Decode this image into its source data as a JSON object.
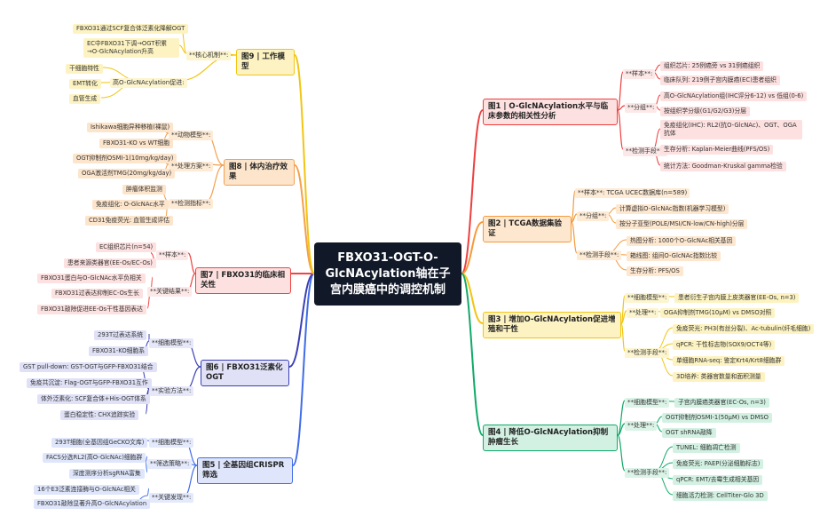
{
  "center": {
    "label": "FBXO31-OGT-O-GlcNAcylation轴在子宫内膜癌中的调控机制"
  },
  "colors": {
    "red": "#ef3e3e",
    "orange": "#f59a3a",
    "yellow": "#f2c511",
    "green": "#10a968",
    "blue": "#3f6ce8",
    "indigo": "#3a3fb5",
    "crimson": "#ef4444",
    "amber": "#f3a04f"
  },
  "branches": {
    "fig1": {
      "label": "图1 | O-GlcNAcylation水平与临床参数的相关性分析",
      "cats": [
        "**样本**:",
        "**分组**:",
        "**检测手段**:"
      ],
      "leaves": [
        "组织芯片: 25例癌旁 vs 31例癌组织",
        "临床队列: 219例子宫内膜癌(EC)患者组织",
        "高O-GlcNAcylation组(IHC评分6-12) vs 低组(0-6)",
        "按组织学分级(G1/G2/G3)分层",
        "免疫组化(IHC): RL2(抗O-GlcNAc)、OGT、OGA抗体",
        "生存分析: Kaplan-Meier曲线(PFS/OS)",
        "统计方法: Goodman-Kruskal gamma检验"
      ]
    },
    "fig2": {
      "label": "图2 | TCGA数据集验证",
      "cats": [
        "**样本**: TCGA UCEC数据库(n=589)",
        "**分组**:",
        "**检测手段**:"
      ],
      "leaves": [
        "计算虚拟O-GlcNAc指数(机器学习模型)",
        "按分子亚型(POLE/MSI/CN-low/CN-high)分层",
        "热图分析: 1000个O-GlcNAc相关基因",
        "箱线图: 组间O-GlcNAc指数比较",
        "生存分析: PFS/OS"
      ]
    },
    "fig3": {
      "label": "图3 | 增加O-GlcNAcylation促进增殖和干性",
      "cats": [
        "**细胞模型**:",
        "**处理**:",
        "**检测手段**:"
      ],
      "leaves": [
        "患者衍生子宫内膜上皮类器官(EE-Os, n=3)",
        "OGA抑制剂TMG(10μM) vs DMSO对照",
        "免疫荧光: PH3(有丝分裂)、Ac-tubulin(纤毛细胞)",
        "qPCR: 干性标志物(SOX9/OCT4等)",
        "单细胞RNA-seq: 鉴定Krt4/Krt8细胞群",
        "3D培养: 类器官数量和面积测量"
      ]
    },
    "fig4": {
      "label": "图4 | 降低O-GlcNAcylation抑制肿瘤生长",
      "cats": [
        "**细胞模型**:",
        "**处理**:",
        "**检测手段**:"
      ],
      "leaves": [
        "子宫内膜癌类器官(EC-Os, n=3)",
        "OGT抑制剂OSMI-1(50μM) vs DMSO",
        "OGT shRNA敲降",
        "TUNEL: 细胞凋亡检测",
        "免疫荧光: PAEP(分泌细胞标志)",
        "qPCR: EMT/去霉生成相关基因",
        "细胞活力检测: CellTiter-Glo 3D"
      ]
    },
    "fig5": {
      "label": "图5 | 全基因组CRISPR筛选",
      "cats": [
        "**细胞模型**:",
        "**筛选策略**:",
        "**关键发现**:"
      ],
      "leaves": [
        "293T细胞(全基因组GeCKO文库)",
        "FACS分选RL2(高O-GlcNAc)细胞群",
        "深度测序分析sgRNA富集",
        "16个E3泛素连接酶与O-GlcNAc相关",
        "FBXO31敲除显著升高O-GlcNAcylation"
      ]
    },
    "fig6": {
      "label": "图6 | FBXO31泛素化OGT",
      "cats": [
        "**细胞模型**:",
        "**实验方法**:"
      ],
      "leaves": [
        "293T过表达系统",
        "FBXO31-KO细胞系",
        "GST pull-down: GST-OGT与GFP-FBXO31结合",
        "免疫共沉淀: Flag-OGT与GFP-FBXO31互作",
        "体外泛素化: SCF复合体+His-OGT体系",
        "蛋白稳定性: CHX追踪实验"
      ]
    },
    "fig7": {
      "label": "图7 | FBXO31的临床相关性",
      "cats": [
        "**样本**:",
        "**关键结果**:"
      ],
      "leaves": [
        "EC组织芯片(n=54)",
        "患者来源类器官(EE-Os/EC-Os)",
        "FBXO31蛋白与O-GlcNAc水平负相关",
        "FBXO31过表达抑制EC-Os生长",
        "FBXO31敲除促进EE-Os干性基因表达"
      ]
    },
    "fig8": {
      "label": "图8 | 体内治疗效果",
      "cats": [
        "**动物模型**:",
        "**处理方案**:",
        "**检测指标**:"
      ],
      "leaves": [
        "Ishikawa细胞异种移植(裸鼠)",
        "FBXO31-KO vs WT细胞",
        "OGT抑制剂OSMI-1(10mg/kg/day)",
        "OGA激活剂TMG(20mg/kg/day)",
        "肿瘤体积监测",
        "免疫组化: O-GlcNAc水平",
        "CD31免疫荧光: 血管生成评估"
      ]
    },
    "fig9": {
      "label": "图9 | 工作模型",
      "cats": [
        "**核心机制**:",
        "高O-GlcNAcylation促进:"
      ],
      "leaves": [
        "FBXO31通过SCF复合体泛素化降解OGT",
        "EC中FBXO31下调→OGT积累→O-GlcNAcylation升高",
        "干细胞特性",
        "EMT转化",
        "血管生成"
      ]
    }
  }
}
